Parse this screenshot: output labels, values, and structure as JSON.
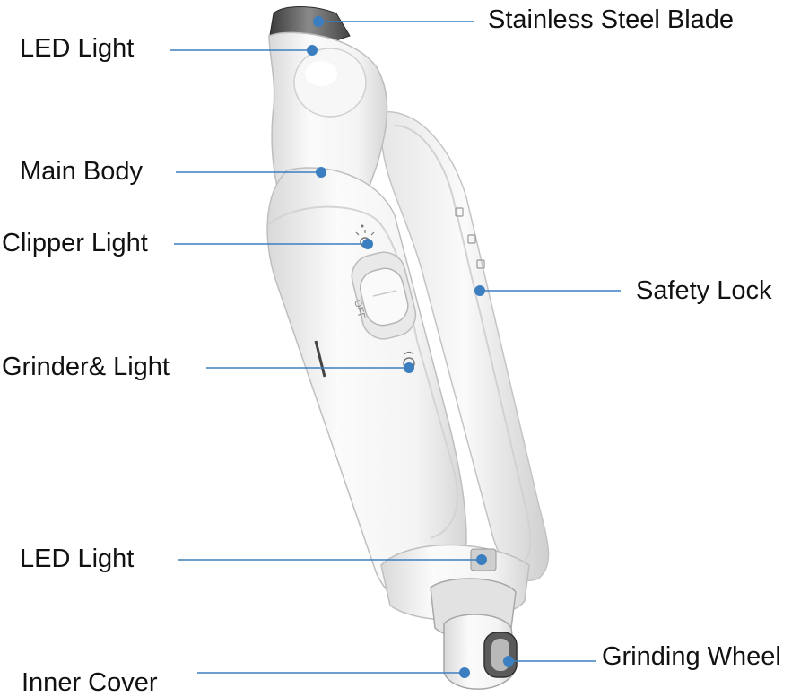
{
  "colors": {
    "accent": "#3b7fc0",
    "leader_line": "#3b7fc0",
    "device_body": "#f2f2f2",
    "device_shadow": "#c9c9c9",
    "label_text": "#111111"
  },
  "switch": {
    "off_text": "OFF"
  },
  "labels": {
    "stainless_steel_blade": "Stainless Steel Blade",
    "led_light_top": "LED Light",
    "main_body": "Main Body",
    "clipper_light": "Clipper Light",
    "safety_lock": "Safety Lock",
    "grinder_light": "Grinder& Light",
    "led_light_bottom": "LED Light",
    "grinding_wheel": "Grinding Wheel",
    "inner_cover": "Inner Cover"
  }
}
